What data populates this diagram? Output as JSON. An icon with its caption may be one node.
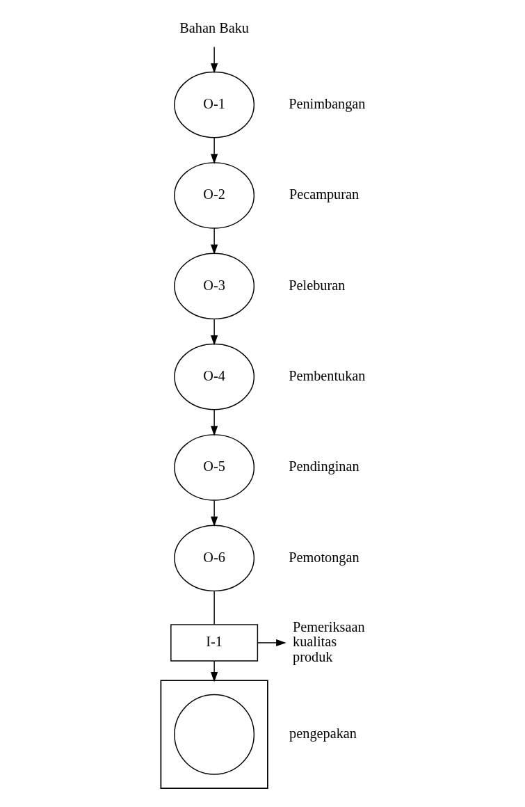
{
  "diagram": {
    "nodes": [
      {
        "text": [
          "Bahan Baku"
        ]
      },
      {
        "text": [
          "O-1"
        ],
        "beside": [
          "Penimbangan"
        ]
      },
      {
        "text": [
          "O-2"
        ],
        "beside": [
          "Pecampuran"
        ]
      },
      {
        "text": [
          "O-3"
        ],
        "beside": [
          "Peleburan"
        ]
      },
      {
        "text": [
          "O-4"
        ],
        "beside": [
          "Pembentukan"
        ]
      },
      {
        "text": [
          "O-5"
        ],
        "beside": [
          "Pendinginan"
        ]
      },
      {
        "text": [
          "O-6"
        ],
        "beside": [
          "Pemotongan"
        ]
      },
      {
        "text": [
          "I-1"
        ]
      },
      {
        "text": [
          "Pemeriksaan kualitas produk"
        ]
      },
      {
        "text": [],
        "shape": "triangle",
        "beside": [
          "pengepakan"
        ]
      },
      {
        "text": [],
        "shape": "circle",
        "in": 9
      }
    ],
    "edges": [
      {
        "from": 0,
        "to": 1,
        "arrow": "to"
      },
      {
        "from": 1,
        "to": 2,
        "arrow": "to"
      },
      {
        "from": 2,
        "to": 3,
        "arrow": "to"
      },
      {
        "from": 3,
        "to": 4,
        "arrow": "to"
      },
      {
        "from": 4,
        "to": 5,
        "arrow": "to"
      },
      {
        "from": 5,
        "to": 6,
        "arrow": "to"
      },
      {
        "from": 6,
        "to": 7,
        "arrow": "none"
      },
      {
        "from": 7,
        "to": 8,
        "arrow": "to"
      },
      {
        "from": 7,
        "to": 9,
        "arrow": "to"
      }
    ]
  }
}
